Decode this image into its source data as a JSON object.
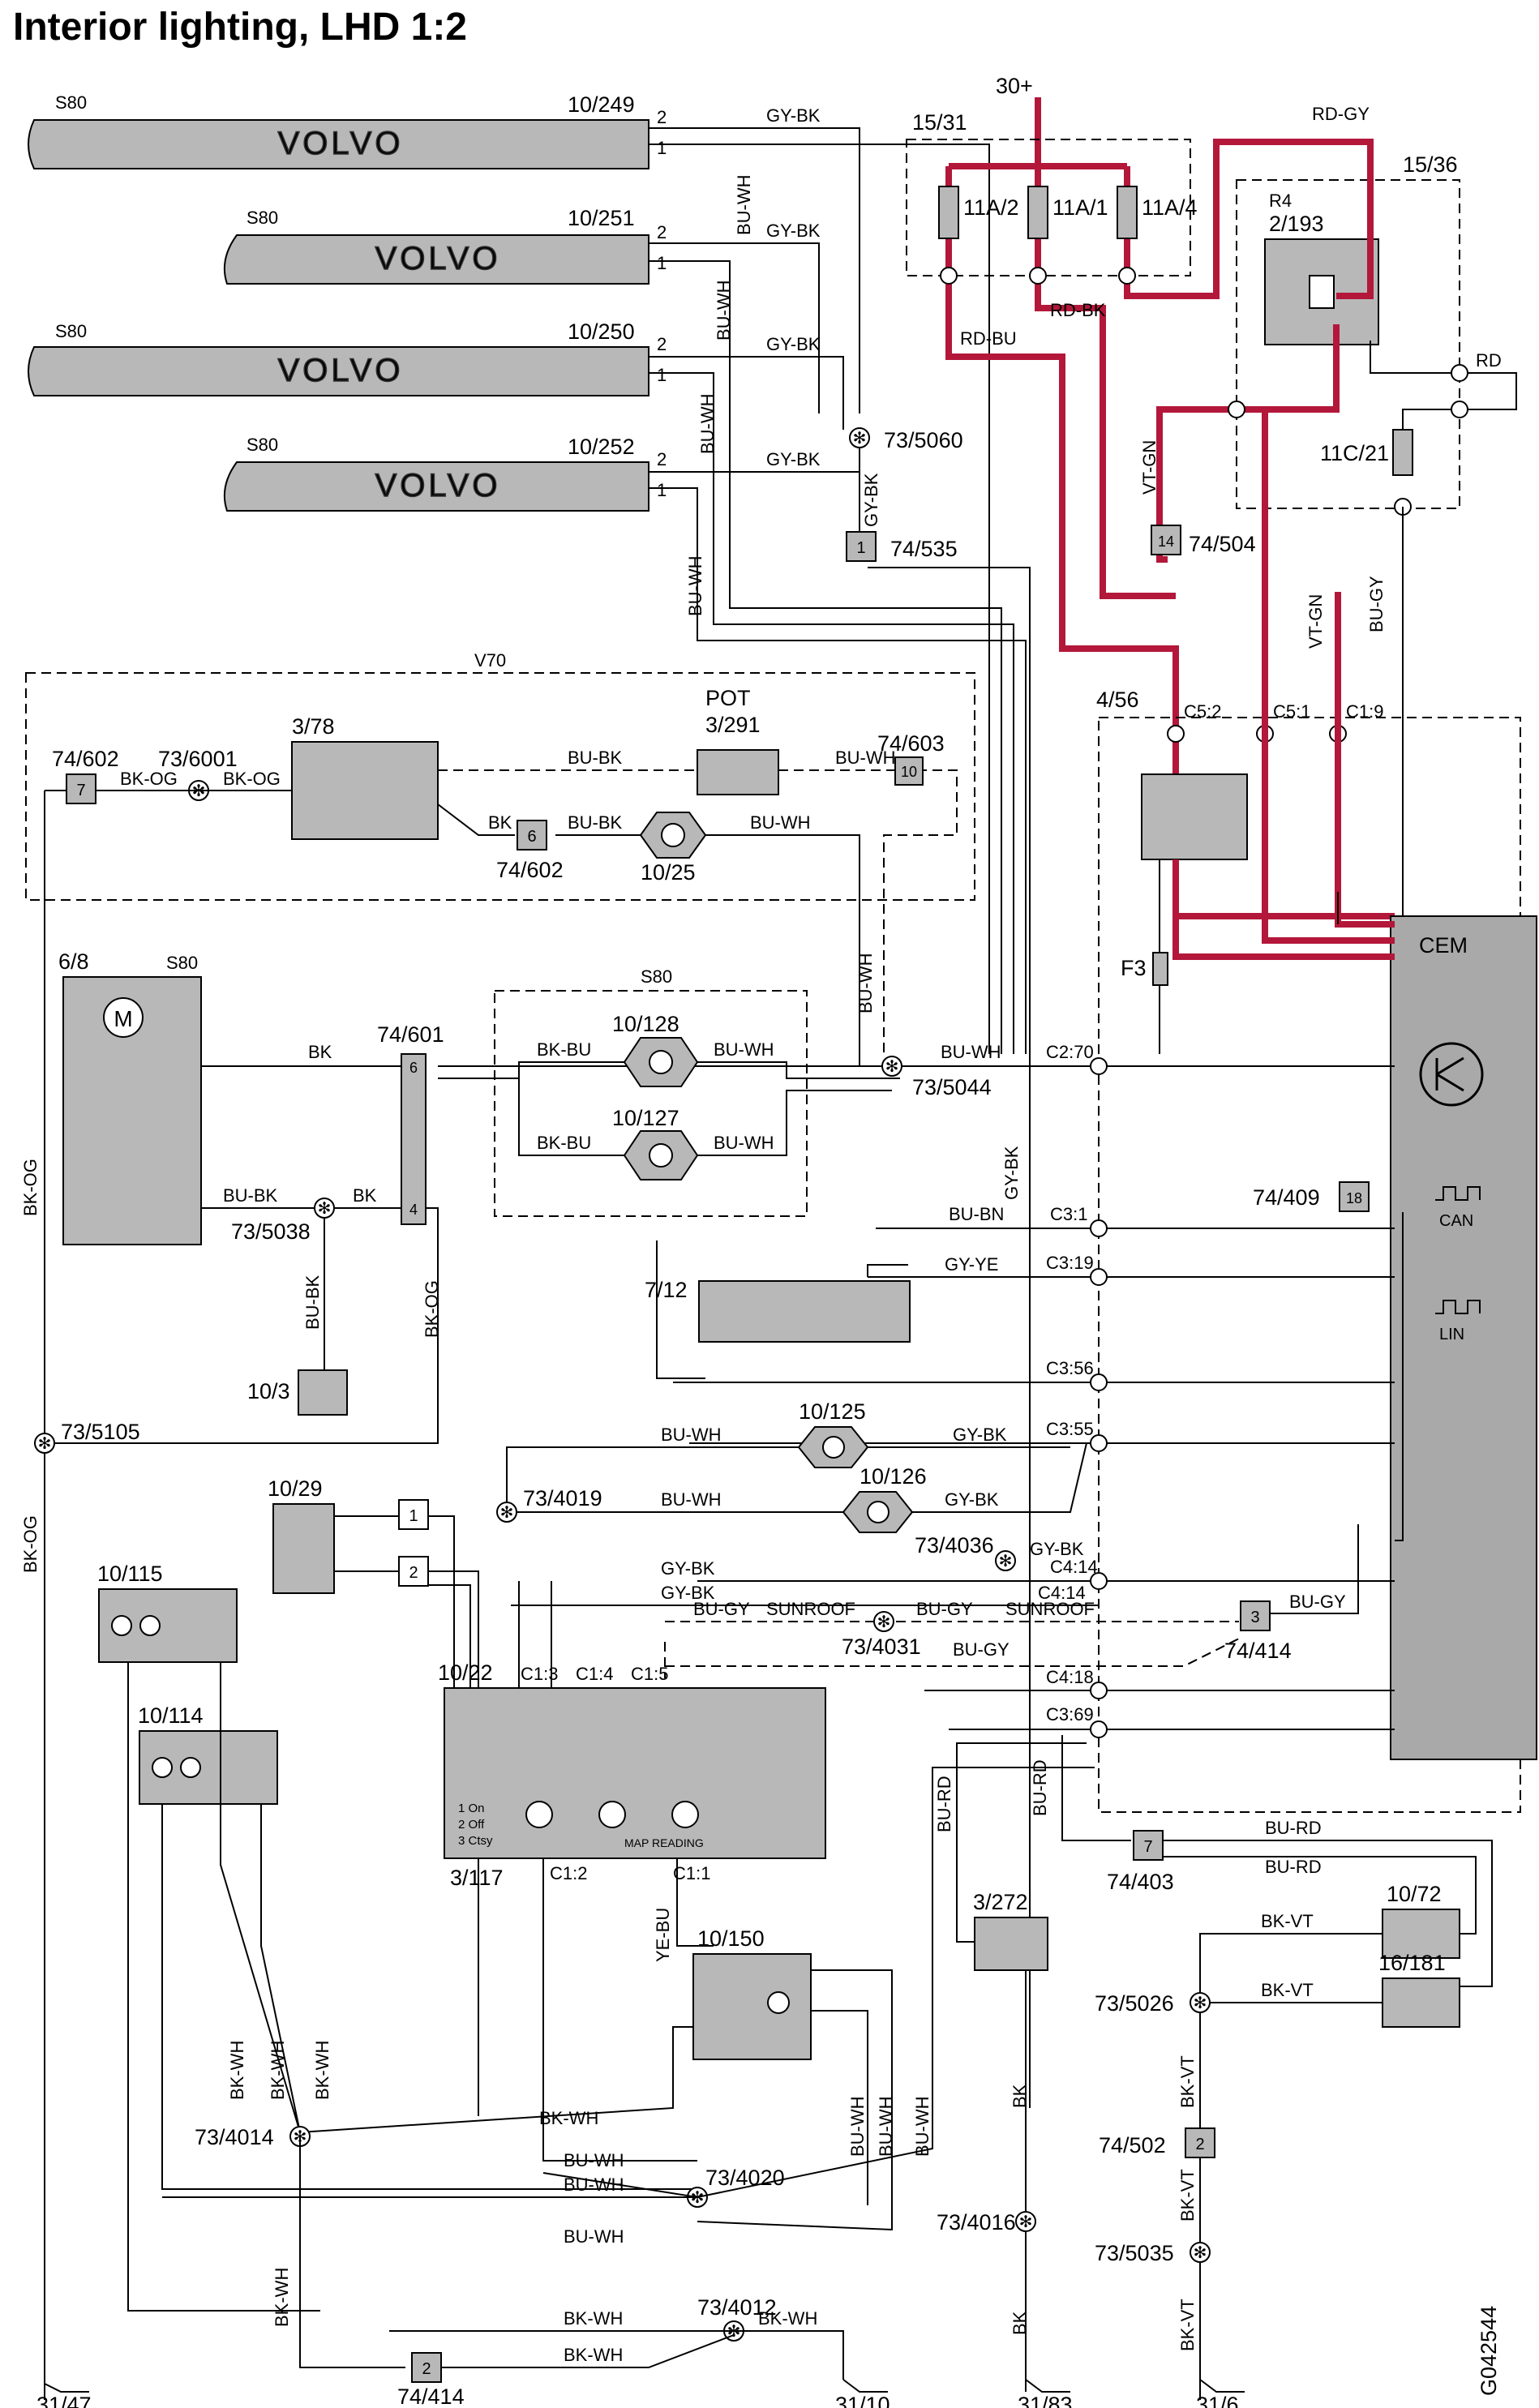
{
  "title": "Interior lighting, LHD 1:2",
  "doc_id": "G042544",
  "supply": {
    "label": "30+"
  },
  "scuffs": [
    {
      "model": "S80",
      "ref": "10/249",
      "brand": "VOLVO",
      "pin_a": "2",
      "pin_b": "1"
    },
    {
      "model": "S80",
      "ref": "10/251",
      "brand": "VOLVO",
      "pin_a": "2",
      "pin_b": "1"
    },
    {
      "model": "S80",
      "ref": "10/250",
      "brand": "VOLVO",
      "pin_a": "2",
      "pin_b": "1"
    },
    {
      "model": "S80",
      "ref": "10/252",
      "brand": "VOLVO",
      "pin_a": "2",
      "pin_b": "1"
    }
  ],
  "fuses": {
    "box": "15/31",
    "items": [
      "11A/2",
      "11A/1",
      "11A/4"
    ]
  },
  "relay": {
    "box": "15/36",
    "name": "R4",
    "ref": "2/193",
    "fuse": "11C/21"
  },
  "cem": {
    "label": "CEM",
    "box": "4/56",
    "fuse": "F3",
    "can": "CAN",
    "lin": "LIN",
    "pins": [
      "C5:2",
      "C5:1",
      "C1:9",
      "C2:70",
      "C3:1",
      "C3:19",
      "C3:56",
      "C3:55",
      "C4:14",
      "C4:18",
      "C3:69"
    ]
  },
  "v70": {
    "label": "V70",
    "switch": "3/78",
    "pot_label": "POT",
    "pot": "3/291",
    "lamp": "10/25",
    "conn_a": "74/602",
    "pin_a": "7",
    "splice": "73/6001",
    "conn_b": "74/602",
    "pin_b": "6",
    "conn_c": "74/603",
    "pin_c": "10"
  },
  "s80_block": {
    "label": "S80",
    "lamps": [
      "10/128",
      "10/127"
    ]
  },
  "motor": {
    "ref": "6/8",
    "model": "S80",
    "motor_symbol": "M"
  },
  "components": {
    "c7_12": "7/12",
    "c10_125": "10/125",
    "c10_126": "10/126",
    "c10_29": "10/29",
    "c10_115": "10/115",
    "c10_114": "10/114",
    "c10_22": "10/22",
    "c3_117": "3/117",
    "c10_150": "10/150",
    "c3_272": "3/272",
    "c10_72": "10/72",
    "c16_181": "16/181",
    "c10_3": "10/3"
  },
  "ceiling_legend": [
    "1 On",
    "2 Off",
    "3 Ctsy"
  ],
  "map_reading": "MAP READING",
  "connectors": [
    {
      "ref": "74/535",
      "pin": "1"
    },
    {
      "ref": "74/504",
      "pin": "14"
    },
    {
      "ref": "74/601",
      "pin": "6"
    },
    {
      "ref": "74/409",
      "pin": "18"
    },
    {
      "ref": "74/414",
      "pin": "3"
    },
    {
      "ref": "74/403",
      "pin": "7"
    },
    {
      "ref": "74/502",
      "pin": "2"
    },
    {
      "ref": "74/414",
      "pin": "2"
    }
  ],
  "splices": [
    "73/5060",
    "73/5044",
    "73/5038",
    "73/5105",
    "73/4019",
    "73/4036",
    "73/4031",
    "73/4014",
    "73/4020",
    "73/4016",
    "73/4012",
    "73/5026",
    "73/5035"
  ],
  "grounds": [
    "31/47",
    "31/10",
    "31/83",
    "31/6"
  ],
  "colors": {
    "power_wire": "#b3173a",
    "component_fill": "#b8b8b8",
    "cem_fill": "#a9a9a9",
    "wire": "#000000",
    "wire_labels": [
      "GY-BK",
      "BU-WH",
      "RD-GY",
      "RD-BU",
      "RD-BK",
      "RD",
      "VT-GN",
      "BU-GY",
      "BK-OG",
      "BU-BK",
      "BK",
      "BK-BU",
      "BU-BN",
      "GY-YE",
      "YE-BU",
      "BK-WH",
      "BU-RD",
      "BK-VT",
      "SUNROOF"
    ]
  }
}
